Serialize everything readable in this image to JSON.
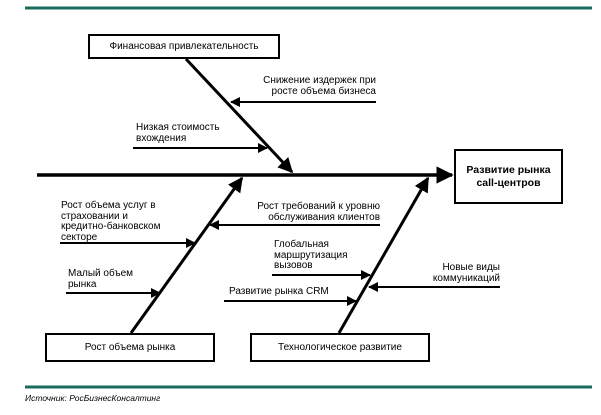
{
  "diagram": {
    "type": "fishbone",
    "effect": {
      "line1": "Развитие рынка",
      "line2": "call-центров"
    },
    "categories": {
      "financial": "Финансовая привлекательность",
      "market_growth": "Рост объема рынка",
      "tech": "Технологическое развитие"
    },
    "causes": {
      "cost_reduction": "Снижение издержек при\nросте объема бизнеса",
      "low_entry_cost": "Низкая стоимость\nвхождения",
      "insurance_banking": "Рост объема услуг в\nстраховании и\nкредитно-банковском\nсекторе",
      "small_market": "Малый объем\nрынка",
      "service_requirements": "Рост требований к уровню\nобслуживания клиентов",
      "global_routing": "Глобальная\nмаршрутизация\nвызовов",
      "crm_market": "Развитие рынка CRM",
      "new_communications": "Новые виды\nкоммуникаций"
    },
    "source": "Источник: РосБизнесКонсалтинг",
    "colors": {
      "rule": "#1a6b5e",
      "line": "#000000"
    }
  }
}
